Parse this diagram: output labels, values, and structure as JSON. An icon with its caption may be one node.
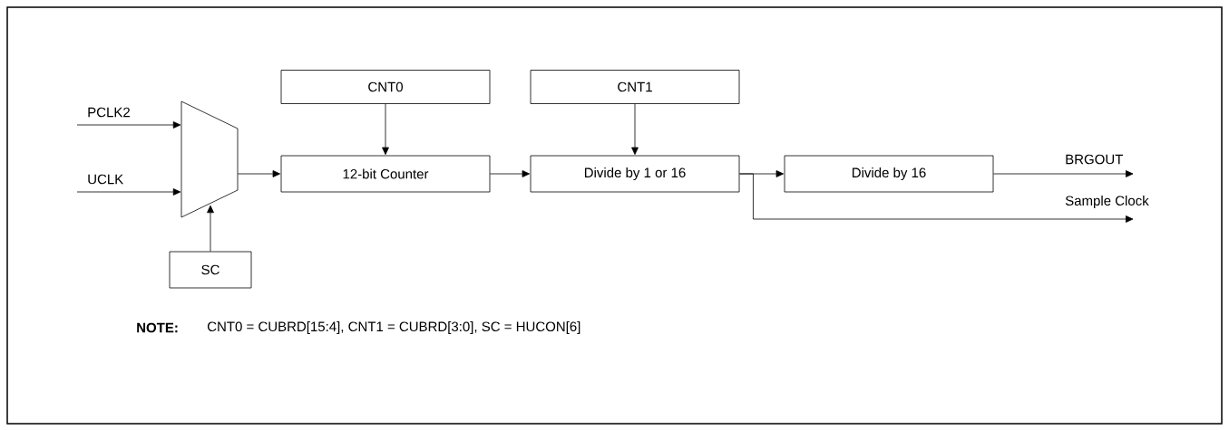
{
  "diagram": {
    "nodes": [
      {
        "text": [],
        "shape": "trapezoid"
      },
      {
        "text": [
          "CNT0"
        ]
      },
      {
        "text": [
          "CNT1"
        ]
      },
      {
        "text": [
          "12-bit Counter"
        ]
      },
      {
        "text": [
          "Divide by 1 or 16"
        ]
      },
      {
        "text": [
          "Divide by 16"
        ]
      },
      {
        "text": [
          "SC"
        ]
      }
    ],
    "edges": [
      {
        "from": null,
        "to": 0,
        "arrow": "to",
        "label": "PCLK2"
      },
      {
        "from": null,
        "to": 0,
        "arrow": "to",
        "label": "UCLK"
      },
      {
        "from": 6,
        "to": 0,
        "arrow": "to"
      },
      {
        "from": 0,
        "to": 3,
        "arrow": "to"
      },
      {
        "from": 1,
        "to": 3,
        "arrow": "to"
      },
      {
        "from": 3,
        "to": 4,
        "arrow": "to"
      },
      {
        "from": 2,
        "to": 4,
        "arrow": "to"
      },
      {
        "from": 4,
        "to": 5,
        "arrow": "to"
      },
      {
        "from": 5,
        "to": null,
        "arrow": "to",
        "label": "BRGOUT"
      },
      {
        "from": 4,
        "to": null,
        "arrow": "to",
        "label": "Sample Clock"
      }
    ],
    "labels": [
      "NOTE:",
      "CNT0 = CUBRD[15:4], CNT1 = CUBRD[3:0], SC = HUCON[6]"
    ]
  }
}
